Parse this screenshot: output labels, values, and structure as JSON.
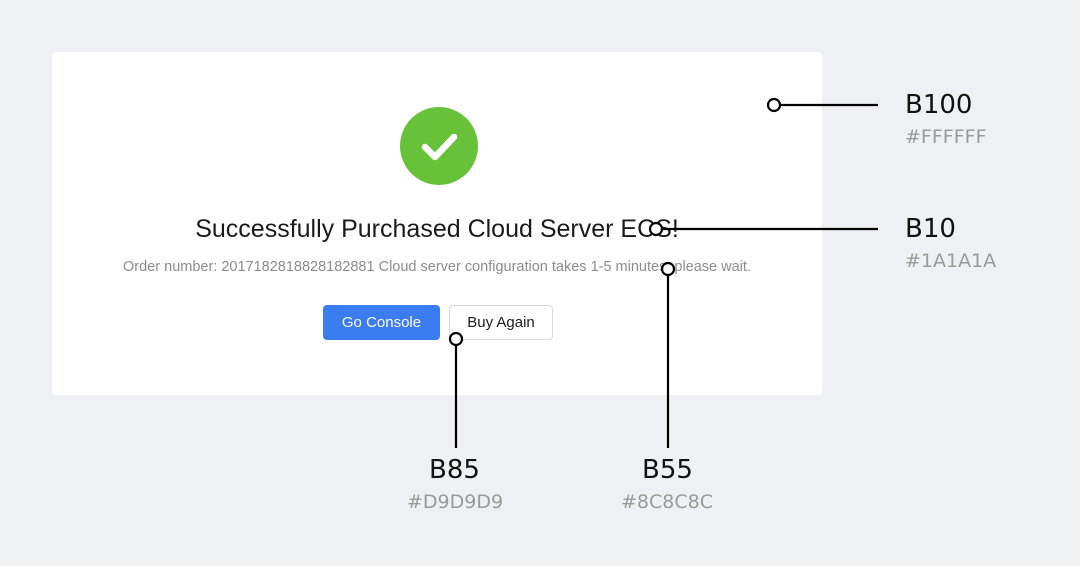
{
  "card": {
    "title": "Successfully Purchased Cloud Server ECS!",
    "subtitle": "Order number: 2017182818828182881 Cloud server configuration takes 1-5 minutes, please wait.",
    "primary_button": "Go Console",
    "secondary_button": "Buy Again",
    "icon": "check-icon",
    "icon_color": "#67C23A",
    "primary_button_color": "#3B7DF0"
  },
  "annotations": [
    {
      "name": "B100",
      "hex": "#FFFFFF"
    },
    {
      "name": "B10",
      "hex": "#1A1A1A"
    },
    {
      "name": "B85",
      "hex": "#D9D9D9"
    },
    {
      "name": "B55",
      "hex": "#8C8C8C"
    }
  ]
}
